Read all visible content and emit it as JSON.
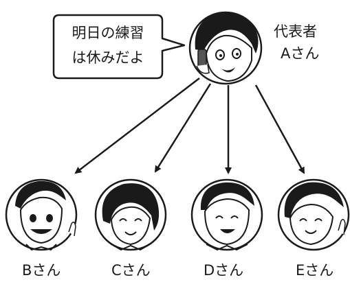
{
  "speech_bubble": {
    "line1": "明日の練習",
    "line2": "は休みだよ"
  },
  "representative": {
    "label_line1": "代表者",
    "label_line2": "Aさん"
  },
  "members": [
    {
      "label": "Bさん"
    },
    {
      "label": "Cさん"
    },
    {
      "label": "Dさん"
    },
    {
      "label": "Eさん"
    }
  ],
  "colors": {
    "ink": "#1a1a1a",
    "background": "#ffffff"
  }
}
